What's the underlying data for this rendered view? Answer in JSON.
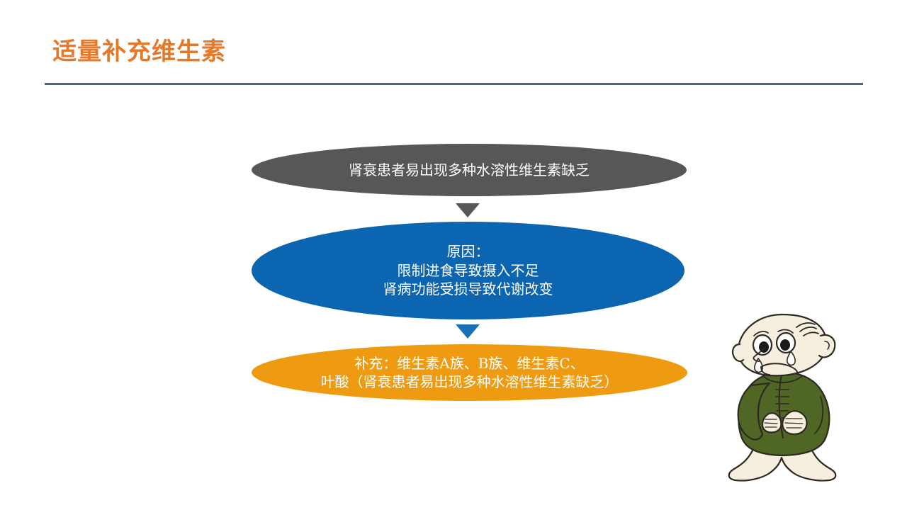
{
  "slide": {
    "title": "适量补充维生素",
    "accent_title_color": "#E3792A",
    "rule_color": "#41688E",
    "background": "#FFFFFF"
  },
  "diagram": {
    "type": "vertical-flow",
    "nodes": [
      {
        "id": "problem",
        "shape": "ellipse",
        "fill": "#575757",
        "text_color": "#FFFFFF",
        "text": "肾衰患者易出现多种水溶性维生素缺乏"
      },
      {
        "id": "cause",
        "shape": "ellipse",
        "fill": "#0B65B0",
        "text_color": "#FFFFFF",
        "text": "原因：\n限制进食导致摄入不足\n肾病功能受损导致代谢改变"
      },
      {
        "id": "supplement",
        "shape": "ellipse",
        "fill": "#EE9B12",
        "text_color": "#FFFFFF",
        "text": "补充：维生素A族、B族、维生素C、\n叶酸（肾衰患者易出现多种水溶性维生素缺乏）"
      }
    ],
    "connectors": [
      {
        "id": "arrow-1",
        "icon": "triangle-down-icon",
        "color": "#575757"
      },
      {
        "id": "arrow-2",
        "icon": "triangle-down-icon",
        "color": "#1972B8"
      }
    ]
  },
  "illustration": {
    "name": "crying-man-holding-belly",
    "description": "卡通：秃头老人流泪捂肚子",
    "skin_color": "#F6EFDF",
    "robe_color": "#4F6624",
    "outline_color": "#2C2A22"
  }
}
